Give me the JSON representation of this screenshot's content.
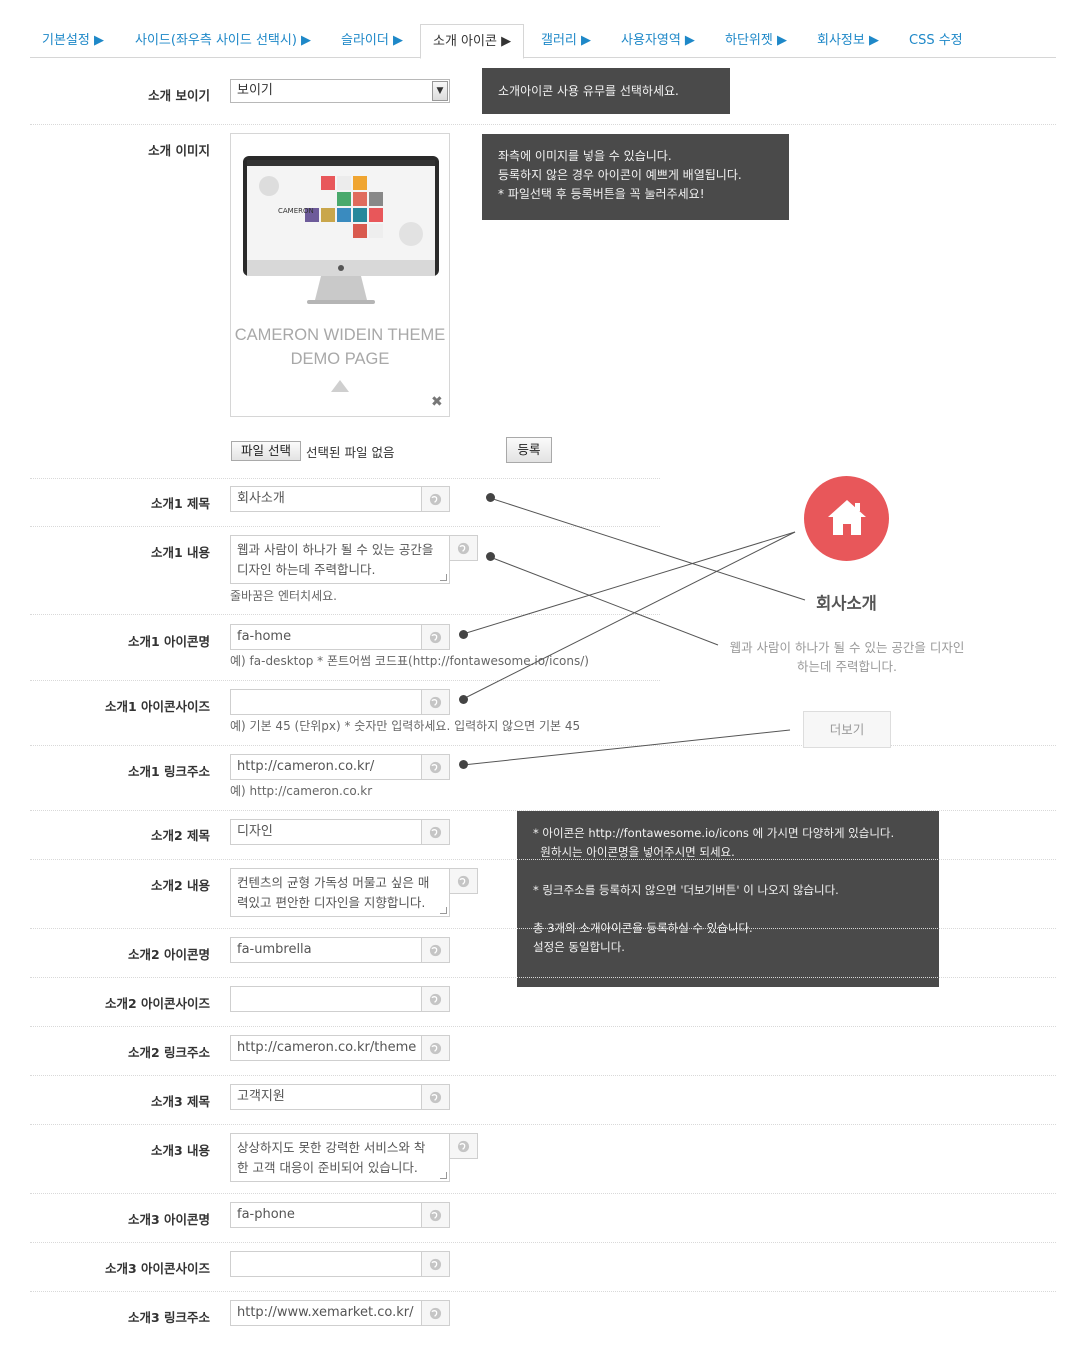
{
  "tabs": [
    {
      "label": "기본설정 ▶"
    },
    {
      "label": "사이드(좌우측 사이드 선택시) ▶"
    },
    {
      "label": "슬라이더 ▶"
    },
    {
      "label": "소개 아이콘 ▶"
    },
    {
      "label": "갤러리 ▶"
    },
    {
      "label": "사용자영역 ▶"
    },
    {
      "label": "하단위젯 ▶"
    },
    {
      "label": "회사정보 ▶"
    },
    {
      "label": "CSS 수정"
    }
  ],
  "active_tab": "소개 아이콘 ▶",
  "show": {
    "label": "소개 보이기",
    "value": "보이기",
    "tip": "소개아이콘 사용 유무를 선택하세요."
  },
  "image": {
    "label": "소개 이미지",
    "demo_line1": "CAMERON WIDEIN THEME",
    "demo_line2": "DEMO PAGE",
    "screen_brand": "CAMERON",
    "tip_lines": [
      "좌측에 이미지를 넣을 수 있습니다.",
      "등록하지 않은 경우 아이콘이 예쁘게 배열됩니다.",
      "* 파일선택 후 등록버튼을 꼭 눌러주세요!"
    ],
    "file_button": "파일 선택",
    "file_status": "선택된 파일 없음",
    "register_button": "등록"
  },
  "item1": {
    "title_label": "소개1 제목",
    "title_value": "회사소개",
    "content_label": "소개1 내용",
    "content_lines": [
      "웹과 사람이 하나가 될 수 있는 공간을",
      "디자인 하는데 주력합니다."
    ],
    "content_help": "줄바꿈은 엔터치세요.",
    "icon_label": "소개1 아이콘명",
    "icon_value": "fa-home",
    "icon_help": "예) fa-desktop  * 폰트어썸 코드표(http://fontawesome.io/icons/)",
    "size_label": "소개1 아이콘사이즈",
    "size_value": "",
    "size_help": "예) 기본 45 (단위px) * 숫자만 입력하세요. 입력하지 않으면 기본 45",
    "link_label": "소개1 링크주소",
    "link_value": "http://cameron.co.kr/",
    "link_help": "예) http://cameron.co.kr"
  },
  "preview": {
    "title": "회사소개",
    "desc_lines": [
      "웹과 사람이 하나가 될 수 있는 공간을 디자인",
      "하는데 주력합니다."
    ],
    "more_button": "더보기",
    "icon": "home-icon",
    "color": "#e8575a"
  },
  "info_tip": {
    "lines": [
      "* 아이콘은 http://fontawesome.io/icons 에 가시면 다양하게 있습니다.",
      "  원하시는 아이콘명을 넣어주시면 되세요.",
      "",
      "* 링크주소를 등록하지 않으면 '더보기버튼' 이 나오지 않습니다.",
      "",
      "총 3개의 소개아이콘을 등록하실 수 있습니다.",
      "설정은 동일합니다."
    ]
  },
  "item2": {
    "title_label": "소개2 제목",
    "title_value": "디자인",
    "content_label": "소개2 내용",
    "content_lines": [
      "컨텐츠의 균형 가독성 머물고 싶은 매",
      "력있고 편안한 디자인을 지향합니다."
    ],
    "icon_label": "소개2 아이콘명",
    "icon_value": "fa-umbrella",
    "size_label": "소개2 아이콘사이즈",
    "size_value": "",
    "link_label": "소개2 링크주소",
    "link_value": "http://cameron.co.kr/theme"
  },
  "item3": {
    "title_label": "소개3 제목",
    "title_value": "고객지원",
    "content_label": "소개3 내용",
    "content_lines": [
      "상상하지도 못한 강력한 서비스와 착",
      "한 고객 대응이 준비되어 있습니다."
    ],
    "icon_label": "소개3 아이콘명",
    "icon_value": "fa-phone",
    "size_label": "소개3 아이콘사이즈",
    "size_value": "",
    "link_label": "소개3 링크주소",
    "link_value": "http://www.xemarket.co.kr/"
  }
}
